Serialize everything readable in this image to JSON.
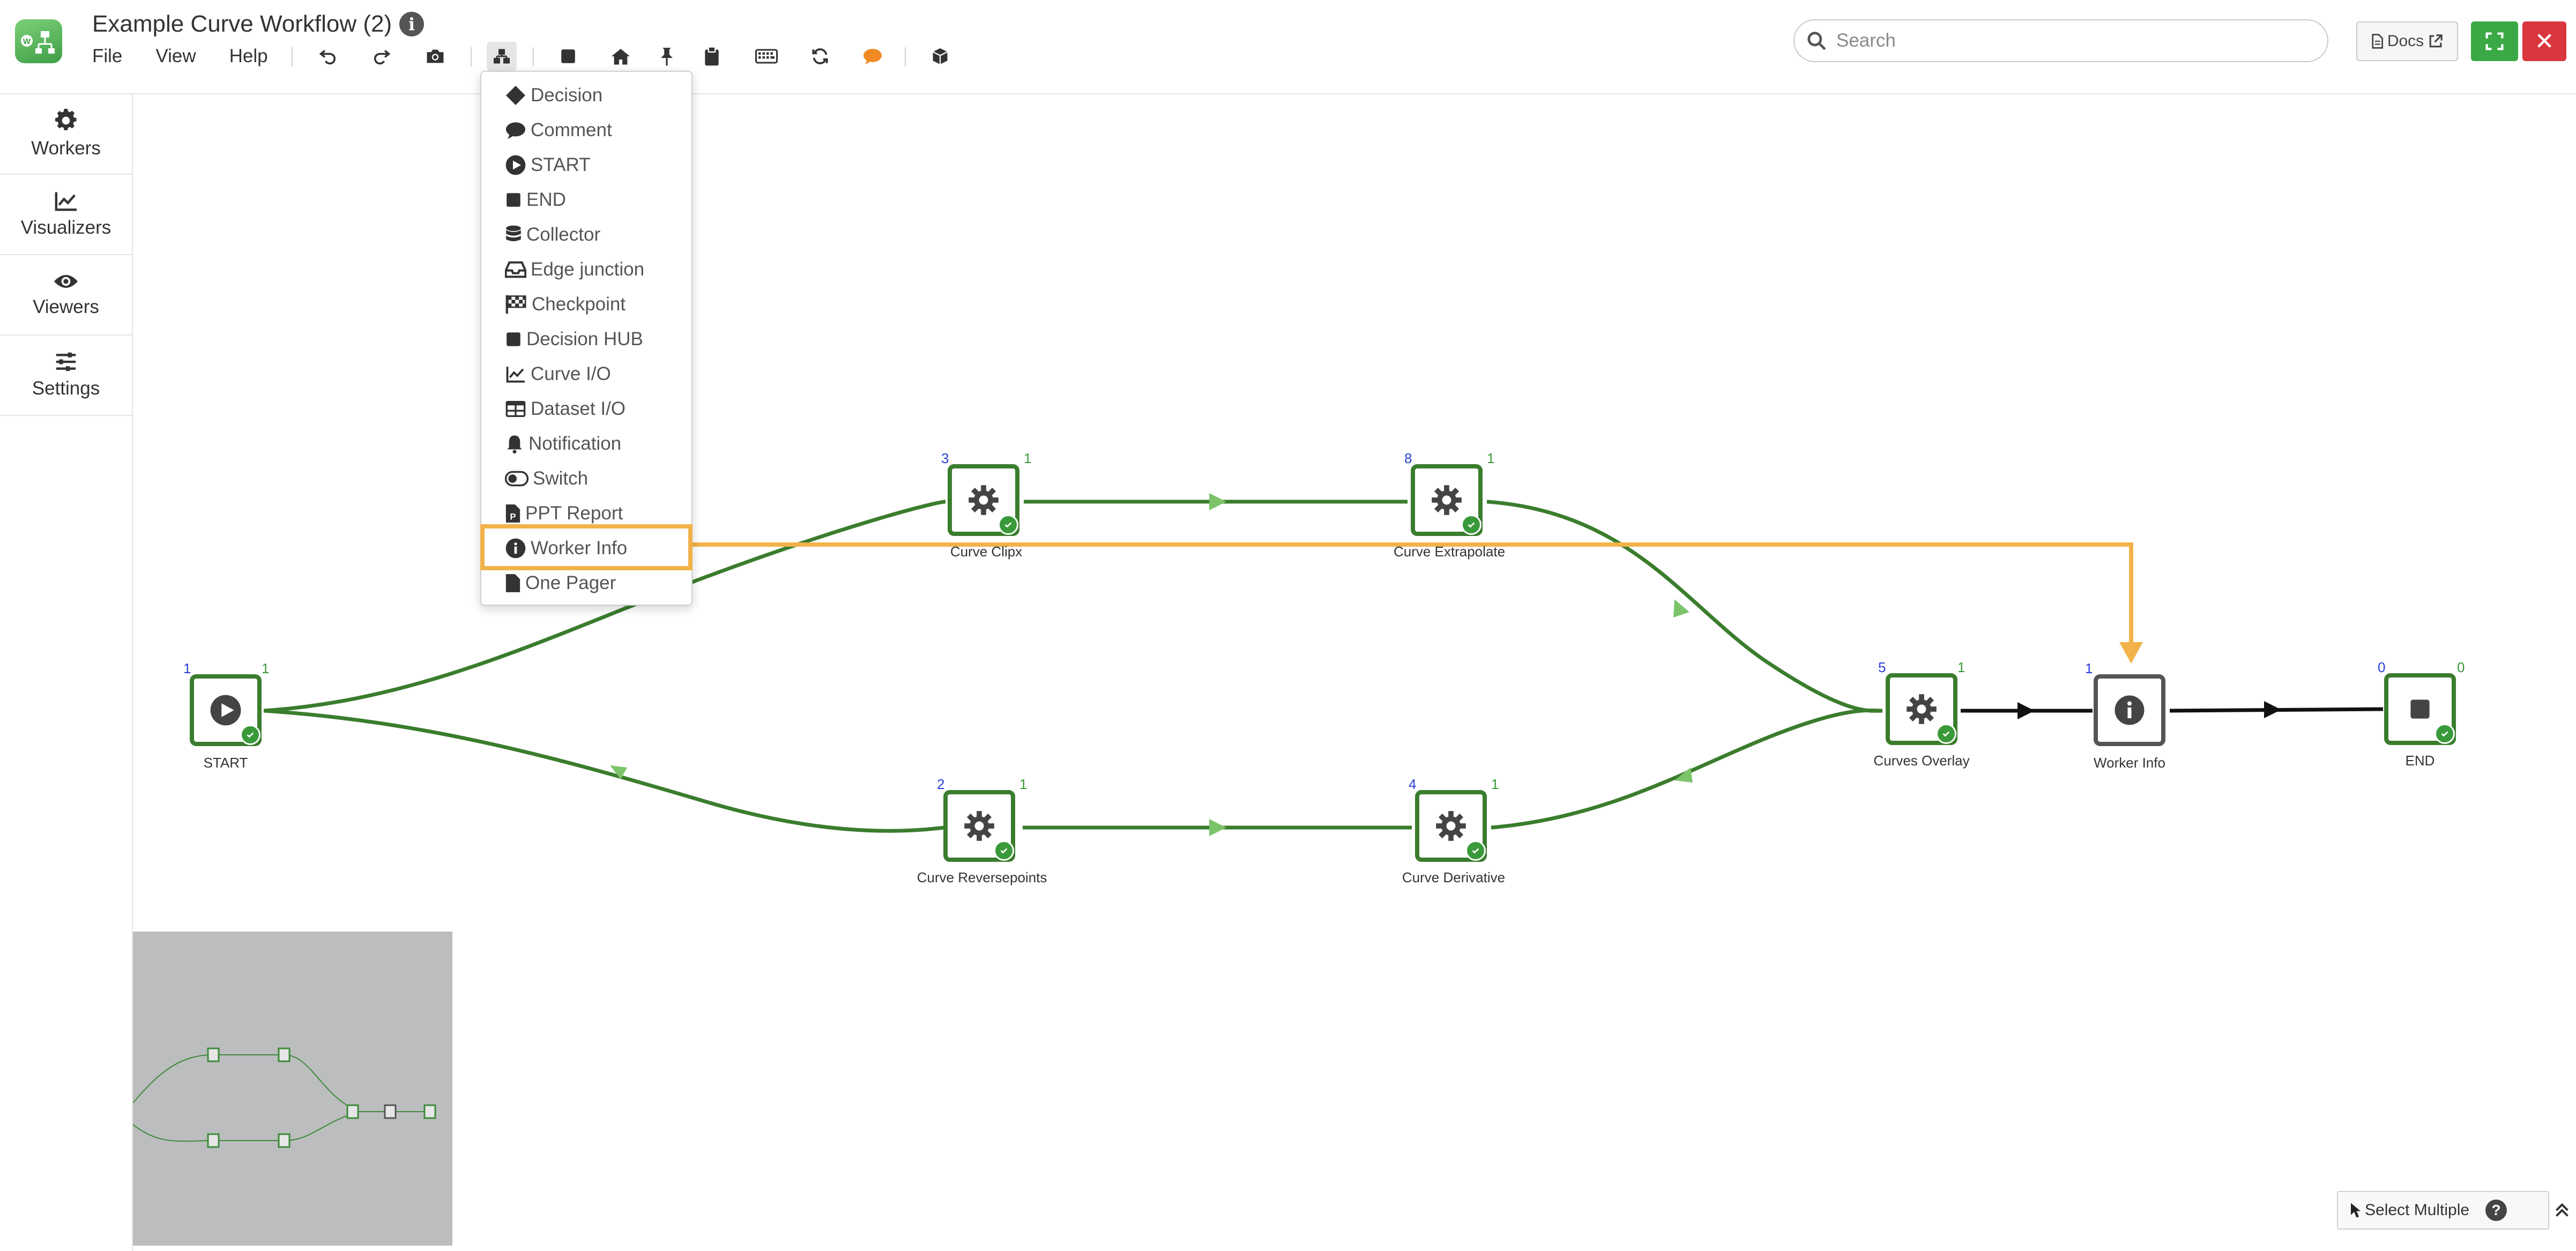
{
  "header": {
    "title": "Example Curve Workflow (2)",
    "menus": [
      "File",
      "View",
      "Help"
    ],
    "search_placeholder": "Search",
    "docs_label": "Docs"
  },
  "sidebar": {
    "items": [
      {
        "label": "Workers",
        "icon": "gear-icon"
      },
      {
        "label": "Visualizers",
        "icon": "line-chart-icon"
      },
      {
        "label": "Viewers",
        "icon": "eye-icon"
      },
      {
        "label": "Settings",
        "icon": "sliders-icon"
      }
    ]
  },
  "dropdown": {
    "items": [
      {
        "label": "Decision",
        "icon": "diamond-icon"
      },
      {
        "label": "Comment",
        "icon": "comment-icon"
      },
      {
        "label": "START",
        "icon": "play-circle-icon"
      },
      {
        "label": "END",
        "icon": "stop-icon"
      },
      {
        "label": "Collector",
        "icon": "database-icon"
      },
      {
        "label": "Edge junction",
        "icon": "inbox-icon"
      },
      {
        "label": "Checkpoint",
        "icon": "checkered-flag-icon"
      },
      {
        "label": "Decision HUB",
        "icon": "square-icon"
      },
      {
        "label": "Curve I/O",
        "icon": "line-chart-icon"
      },
      {
        "label": "Dataset I/O",
        "icon": "table-icon"
      },
      {
        "label": "Notification",
        "icon": "bell-icon"
      },
      {
        "label": "Switch",
        "icon": "toggle-icon"
      },
      {
        "label": "PPT Report",
        "icon": "powerpoint-file-icon"
      },
      {
        "label": "Worker Info",
        "icon": "info-circle-icon"
      },
      {
        "label": "One Pager",
        "icon": "file-icon"
      }
    ],
    "highlighted": "Worker Info"
  },
  "nodes": {
    "start": {
      "label": "START",
      "in": "1",
      "out": "1"
    },
    "clipx": {
      "label": "Curve Clipx",
      "in": "3",
      "out": "1"
    },
    "extrapolate": {
      "label": "Curve Extrapolate",
      "in": "8",
      "out": "1"
    },
    "reversepoints": {
      "label": "Curve Reversepoints",
      "in": "2",
      "out": "1"
    },
    "derivative": {
      "label": "Curve Derivative",
      "in": "4",
      "out": "1"
    },
    "overlay": {
      "label": "Curves Overlay",
      "in": "5",
      "out": "1"
    },
    "workerinfo": {
      "label": "Worker Info",
      "in": "1"
    },
    "end": {
      "label": "END",
      "in": "0",
      "out": "0"
    }
  },
  "bottom": {
    "select_multiple": "Select Multiple",
    "help": "?"
  },
  "colors": {
    "edge": "#3a7d2d",
    "arrow": "#7cc46a",
    "highlight": "#f2b24a",
    "close": "#d9363e",
    "fullscreen": "#39a845"
  }
}
